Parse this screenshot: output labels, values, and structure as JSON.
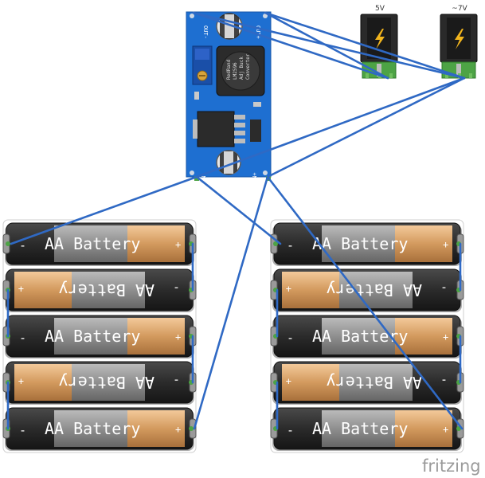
{
  "converter": {
    "chip_text": [
      "RedRand",
      "LM2596",
      "Adj Buck",
      "Converter"
    ],
    "pin_out_minus": "OUT-",
    "pin_in_minus": "IN-",
    "pin_in_plus": "IN+",
    "pin_out_plus": "OUT+"
  },
  "jacks": [
    {
      "label": "5V"
    },
    {
      "label": "~7V"
    }
  ],
  "battery": {
    "label": "AA Battery",
    "minus_sign": "-",
    "plus_sign": "+"
  },
  "left_pack": {
    "rows": [
      "normal",
      "flipped",
      "normal",
      "flipped",
      "normal"
    ]
  },
  "right_pack": {
    "rows": [
      "normal",
      "flipped",
      "normal",
      "flipped",
      "normal"
    ]
  },
  "watermark": "fritzing",
  "colors": {
    "wire": "#2f69c4",
    "board": "#1e6fd1",
    "battery_body": "#2b2b2b",
    "battery_band": "#9a9a9a",
    "battery_cap": "#d39a5e",
    "jack_body": "#2a2a2a",
    "jack_base": "#4da345",
    "bolt": "#f2b51d"
  }
}
